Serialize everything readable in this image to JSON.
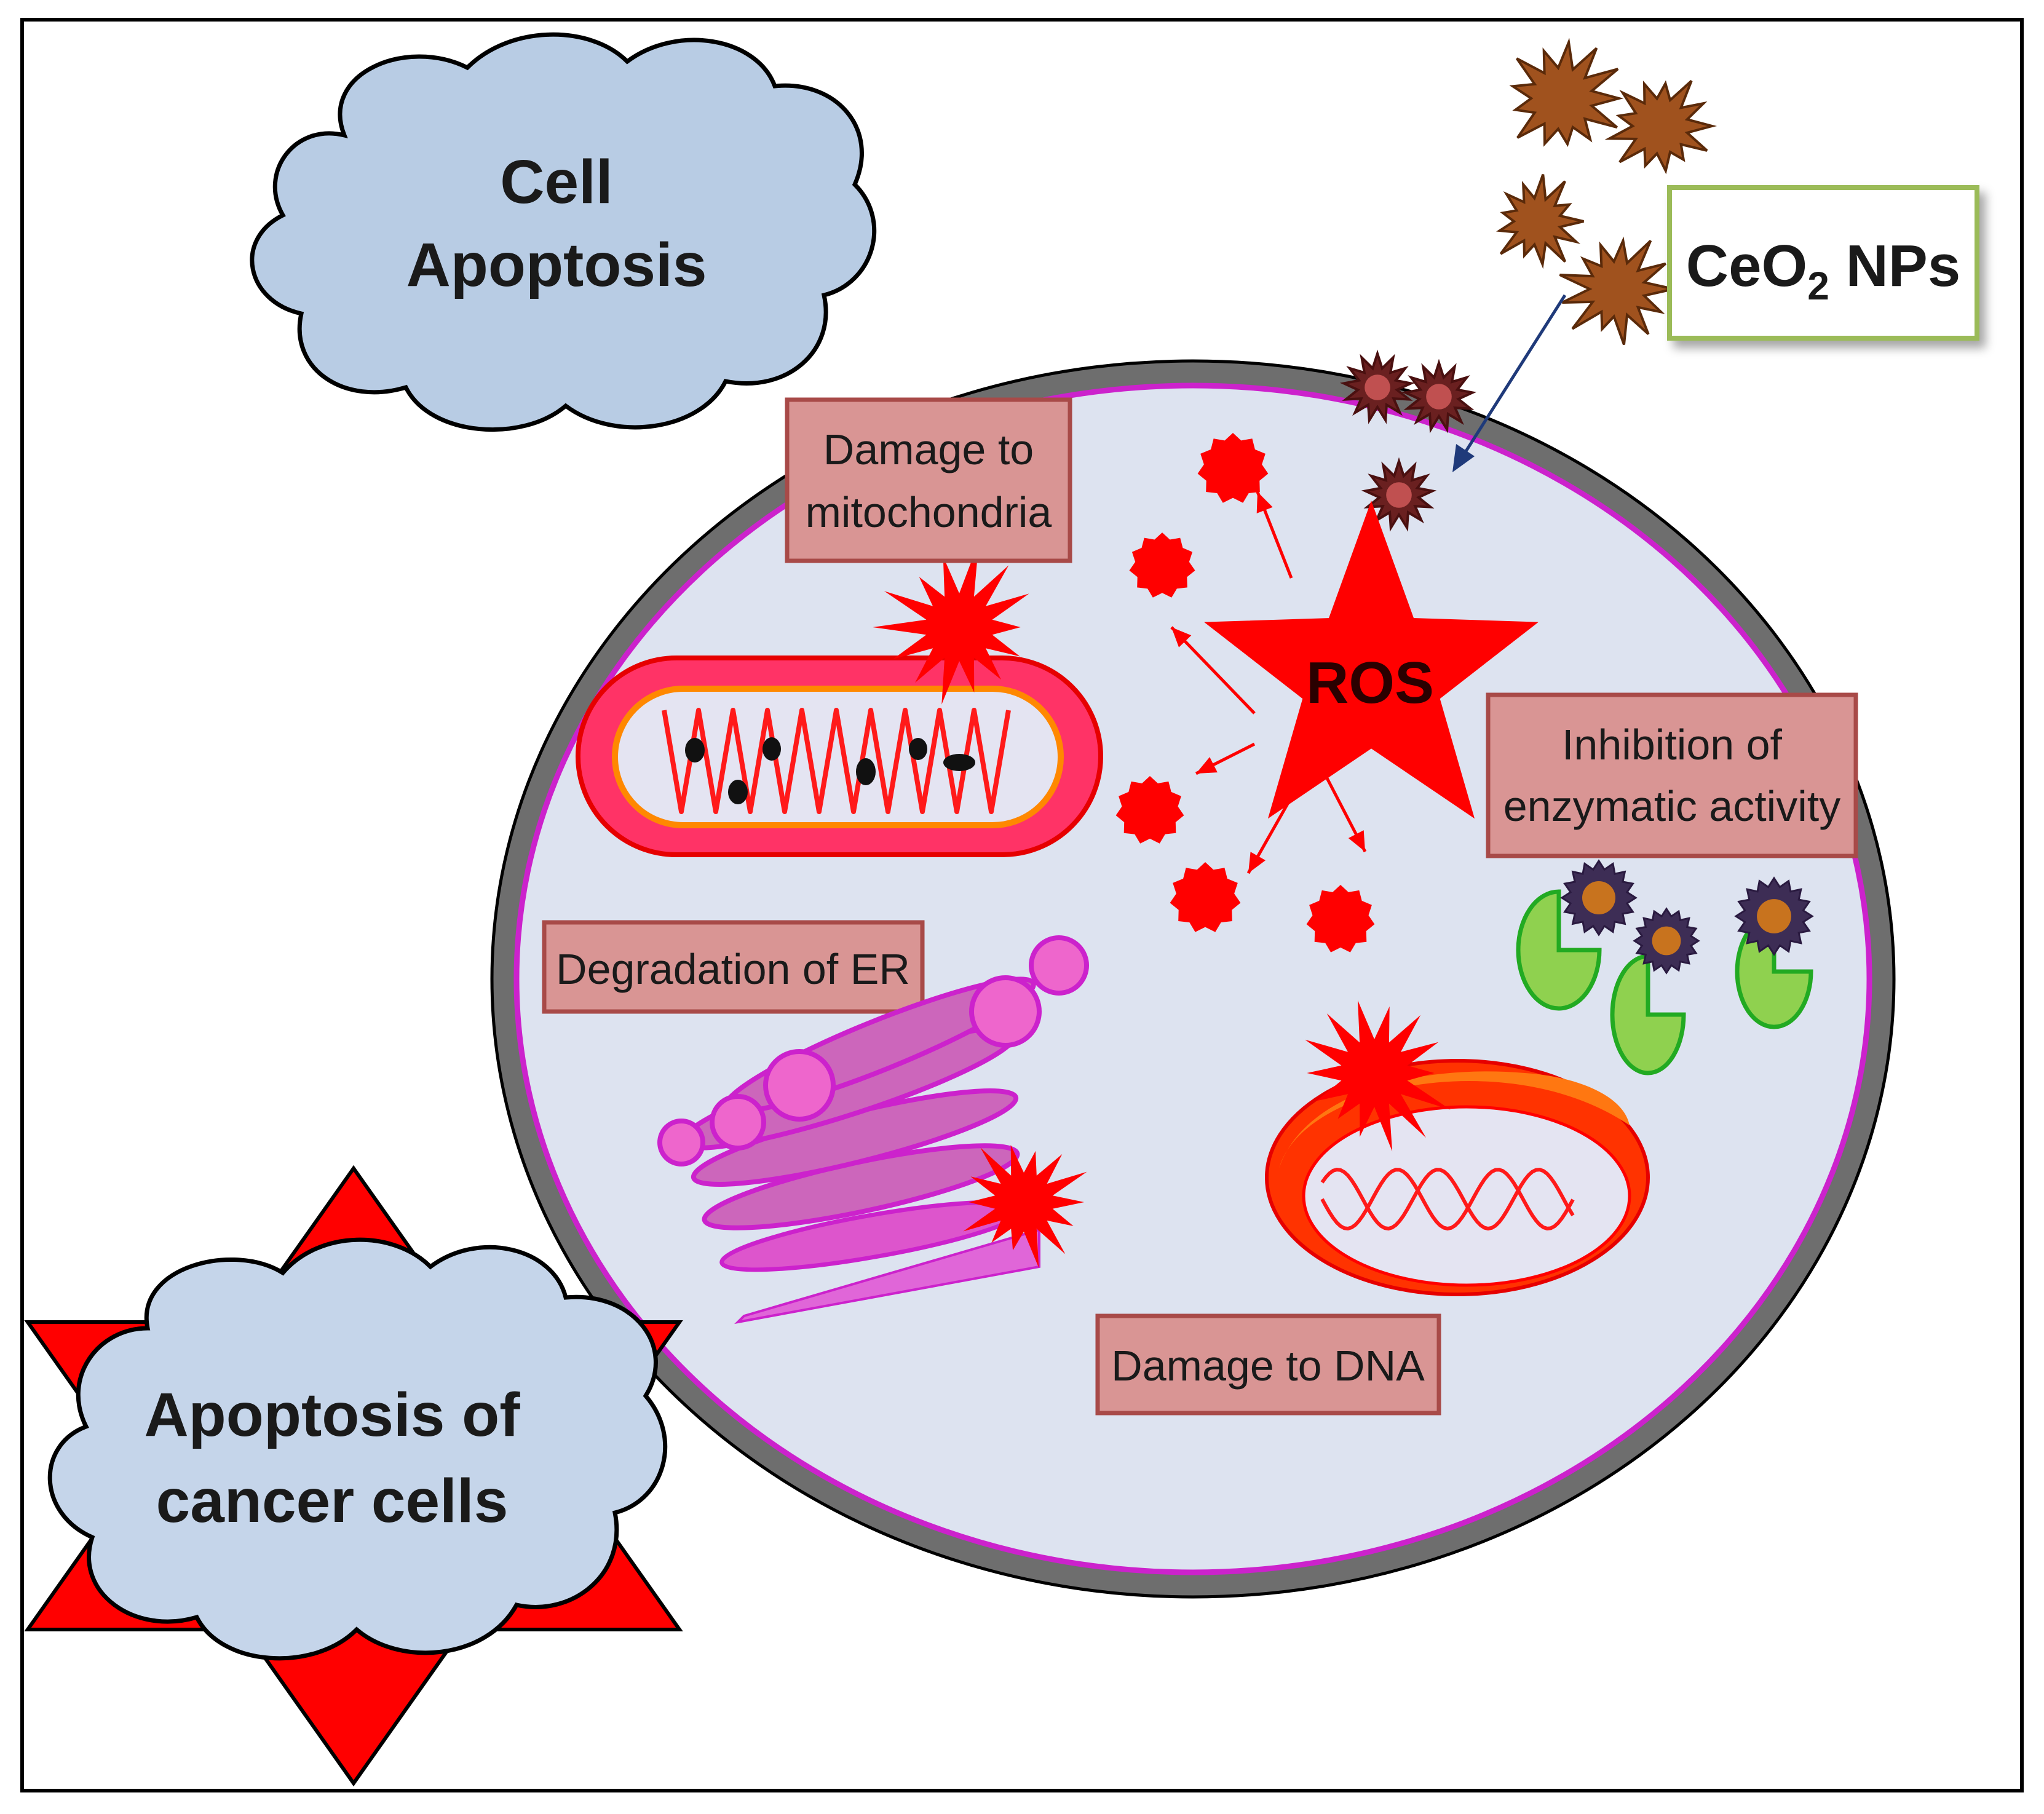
{
  "labels": {
    "cell_apoptosis": [
      "Cell",
      "Apoptosis"
    ],
    "apoptosis_cancer": [
      "Apoptosis of",
      "cancer cells"
    ],
    "ceo2_main": "CeO",
    "ceo2_sub": "2",
    "ceo2_suffix": " NPs",
    "ros": "ROS",
    "damage_mito": [
      "Damage  to",
      "mitochondria"
    ],
    "inhibition": [
      "Inhibition  of",
      "enzymatic activity"
    ],
    "degradation_er": "Degradation  of ER",
    "damage_dna": "Damage  to DNA"
  },
  "colors": {
    "cell_fill": "#dde3f0",
    "cell_border": "#707070",
    "membrane": "#cc22cc",
    "cloud": "#b8cce4",
    "label_box": "#d99594",
    "label_border": "#a84a48",
    "ros": "#ff0000",
    "nanoparticle": "#a0521e",
    "enzyme": "#8fd14f",
    "er": "#dd44cc",
    "mito_outer": "#ff3366",
    "dna_nucleus": "#ff6600"
  }
}
